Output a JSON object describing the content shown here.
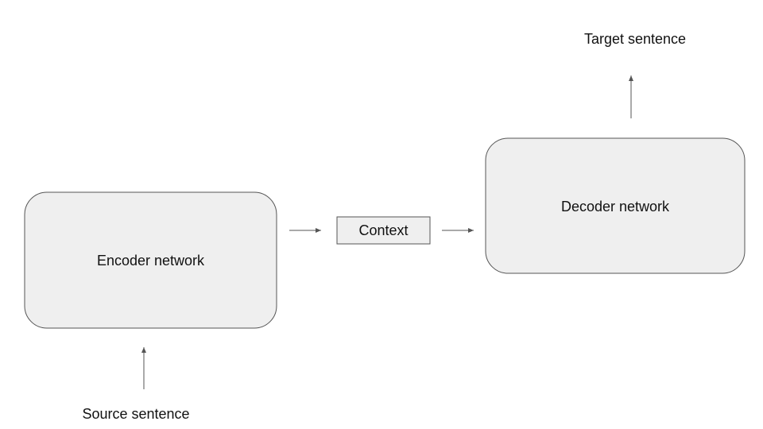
{
  "diagram": {
    "nodes": {
      "encoder": {
        "label": "Encoder network"
      },
      "context": {
        "label": "Context"
      },
      "decoder": {
        "label": "Decoder network"
      }
    },
    "inputs": {
      "source": {
        "label": "Source sentence"
      }
    },
    "outputs": {
      "target": {
        "label": "Target sentence"
      }
    },
    "colors": {
      "box_fill": "#efefef",
      "box_stroke": "#555555",
      "arrow": "#555555",
      "text": "#111111"
    }
  }
}
